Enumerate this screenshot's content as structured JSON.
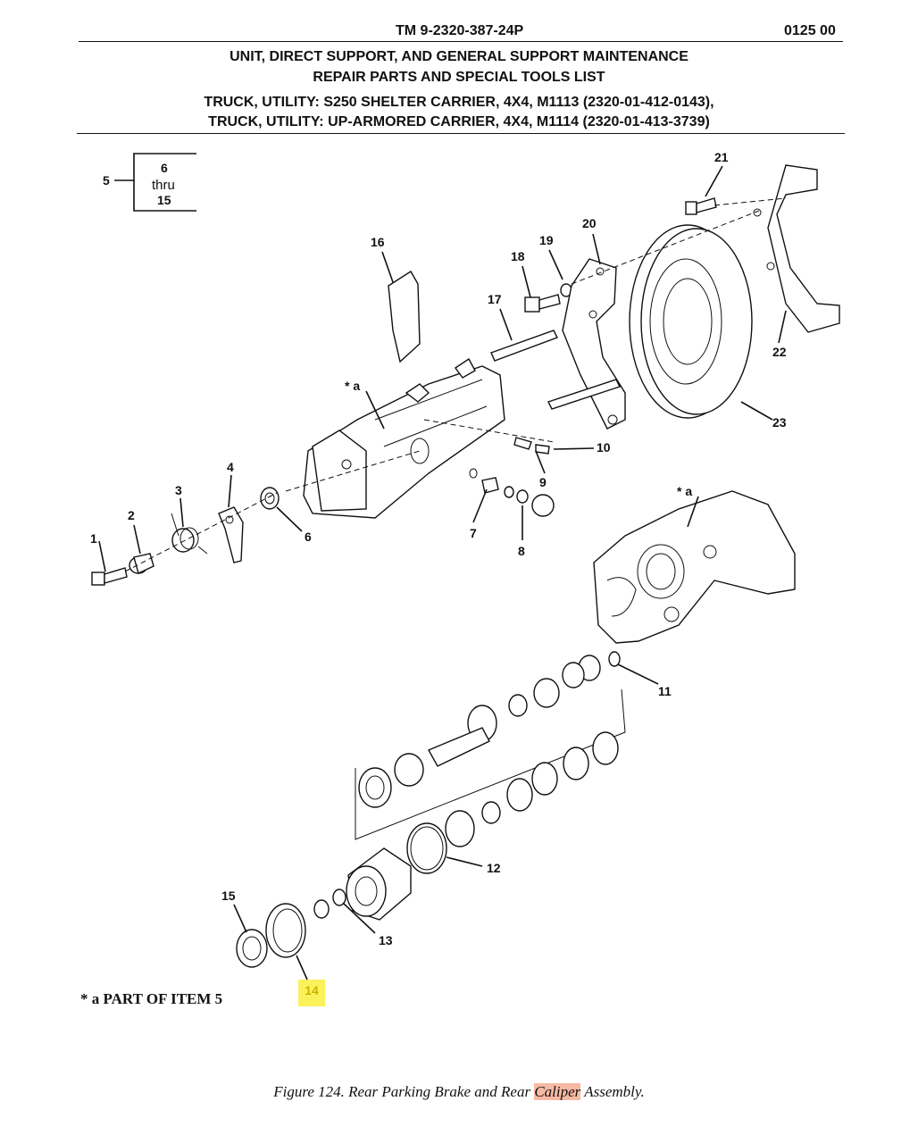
{
  "header": {
    "tm_number": "TM 9-2320-387-24P",
    "work_package": "0125 00",
    "title_line1": "UNIT, DIRECT SUPPORT, AND GENERAL SUPPORT MAINTENANCE",
    "title_line2": "REPAIR PARTS AND SPECIAL TOOLS LIST",
    "vehicle_line1": "TRUCK, UTILITY: S250 SHELTER CARRIER, 4X4, M1113 (2320-01-412-0143),",
    "vehicle_line2": "TRUCK, UTILITY: UP-ARMORED CARRIER, 4X4, M1114 (2320-01-413-3739)"
  },
  "index_box": {
    "item": "5",
    "line1": "6",
    "line2": "thru",
    "line3": "15"
  },
  "callouts": {
    "c1": "1",
    "c2": "2",
    "c3": "3",
    "c4": "4",
    "c6": "6",
    "c7": "7",
    "c8": "8",
    "c9": "9",
    "c10": "10",
    "c11": "11",
    "c12": "12",
    "c13": "13",
    "c14": "14",
    "c15": "15",
    "c16": "16",
    "c17": "17",
    "c18": "18",
    "c19": "19",
    "c20": "20",
    "c21": "21",
    "c22": "22",
    "c23": "23",
    "ca1": "* a",
    "ca2": "* a"
  },
  "note": "* a  PART OF ITEM  5",
  "caption": {
    "before": "Figure 124.  Rear Parking Brake and Rear ",
    "highlight": "Caliper",
    "after": " Assembly."
  },
  "colors": {
    "highlight_item": "#fbf15a",
    "highlight_search": "#f7b9a4"
  }
}
